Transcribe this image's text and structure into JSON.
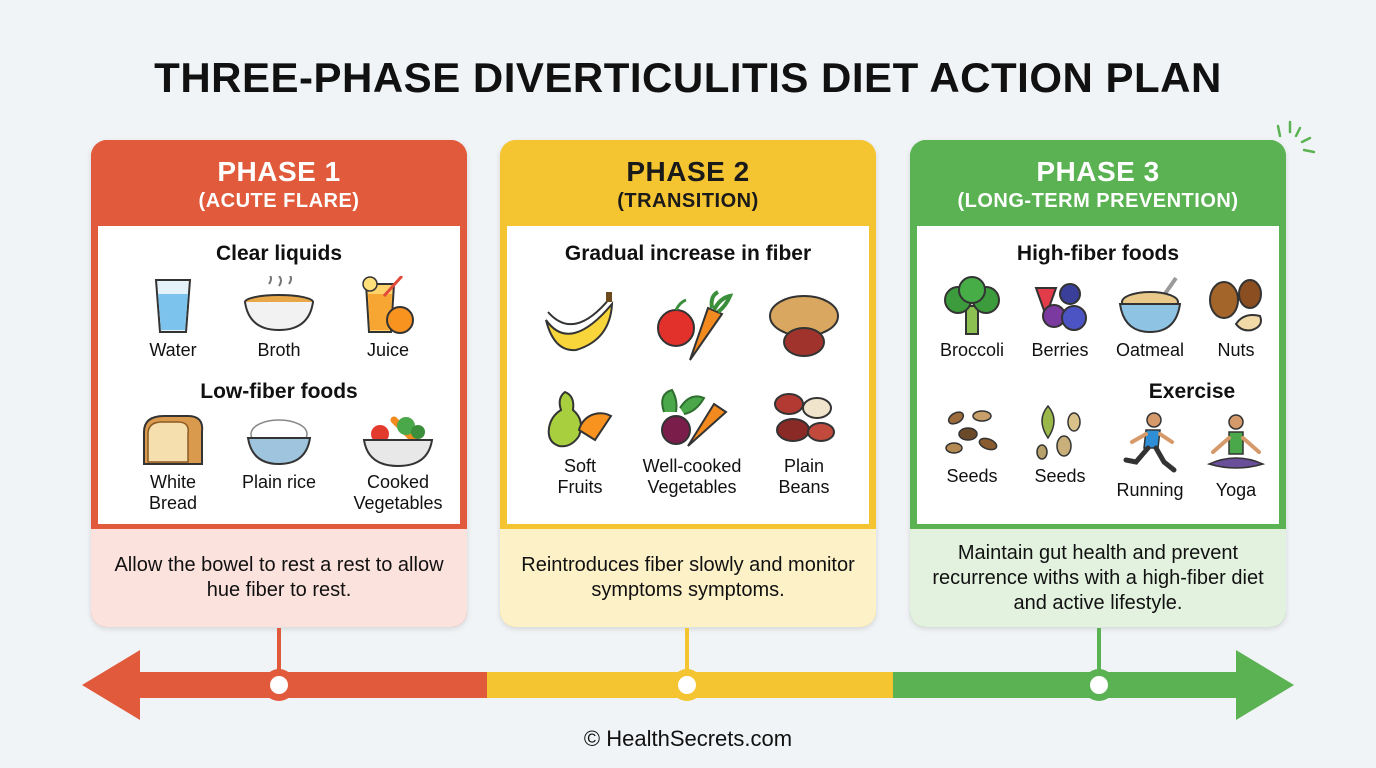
{
  "title": "THREE-PHASE DIVERTICULITIS DIET ACTION PLAN",
  "colors": {
    "phase1": "#e15a3b",
    "phase2": "#f4c431",
    "phase3": "#5bb253"
  },
  "phases": [
    {
      "name": "PHASE 1",
      "subtitle": "(ACUTE FLARE)",
      "section1": "Clear liquids",
      "items1": [
        {
          "label": "Water",
          "icon": "water-glass-icon"
        },
        {
          "label": "Broth",
          "icon": "broth-bowl-icon"
        },
        {
          "label": "Juice",
          "icon": "juice-glass-icon"
        }
      ],
      "section2": "Low-fiber foods",
      "items2": [
        {
          "label": "White Bread",
          "icon": "bread-icon"
        },
        {
          "label": "Plain rice",
          "icon": "rice-bowl-icon"
        },
        {
          "label": "Cooked Vegetables",
          "icon": "vegetable-bowl-icon"
        }
      ],
      "description": "Allow the bowel to rest a rest to allow hue fiber to rest."
    },
    {
      "name": "PHASE 2",
      "subtitle": "(TRANSITION)",
      "section1": "Gradual increase in fiber",
      "items1": [
        {
          "label": "",
          "icon": "banana-icon"
        },
        {
          "label": "",
          "icon": "apple-carrot-icon"
        },
        {
          "label": "",
          "icon": "potato-bean-icon"
        }
      ],
      "items2": [
        {
          "label": "Soft Fruits",
          "icon": "pear-orange-icon"
        },
        {
          "label": "Well-cooked Vegetables",
          "icon": "beet-carrot-icon"
        },
        {
          "label": "Plain Beans",
          "icon": "beans-icon"
        }
      ],
      "description": "Reintroduces fiber slowly and monitor symptoms symptoms."
    },
    {
      "name": "PHASE 3",
      "subtitle": "(LONG-TERM PREVENTION)",
      "section1": "High-fiber foods",
      "items1": [
        {
          "label": "Broccoli",
          "icon": "broccoli-icon"
        },
        {
          "label": "Berries",
          "icon": "berries-icon"
        },
        {
          "label": "Oatmeal",
          "icon": "oatmeal-bowl-icon"
        },
        {
          "label": "Nuts",
          "icon": "nuts-icon"
        }
      ],
      "section2": "Exercise",
      "items2": [
        {
          "label": "Seeds",
          "icon": "seeds-icon"
        },
        {
          "label": "Seeds",
          "icon": "pumpkin-seeds-icon"
        },
        {
          "label": "Running",
          "icon": "running-person-icon"
        },
        {
          "label": "Yoga",
          "icon": "yoga-person-icon"
        }
      ],
      "description": "Maintain gut health and prevent recurrence withs with a high-fiber diet and active lifestyle."
    }
  ],
  "footer": "© HealthSecrets.com"
}
